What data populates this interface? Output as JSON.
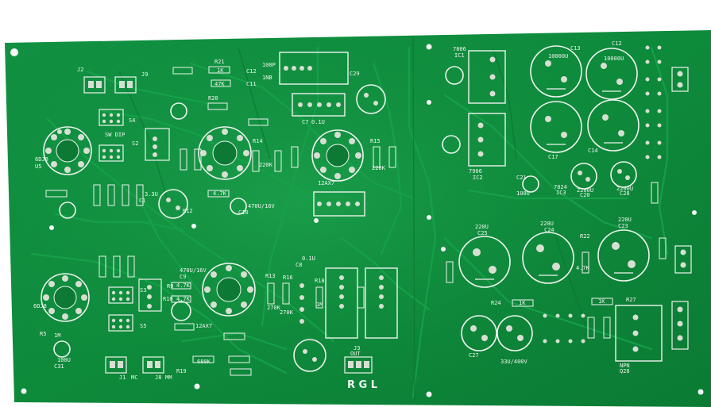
{
  "board": {
    "colors": {
      "solder_mask": "#0f8a3c",
      "solder_mask_dark": "#0a6b2e",
      "trace": "#13a047",
      "copper_pad": "#d7dfd2",
      "silkscreen": "#eef3ee",
      "background": "#ffffff"
    },
    "labels": {
      "rgl": "R G L",
      "out": "OUT",
      "ic1": "IC1",
      "ic1_part": "7806",
      "ic2": "IC2",
      "ic2_part": "7906",
      "ic3": "IC3",
      "ic3_part": "7824",
      "c13": "C13",
      "c13_val": "10000U",
      "c12": "C12",
      "c12_val": "10000U",
      "c14": "C14",
      "c17": "C17",
      "c23": "C23",
      "c23_val": "220U",
      "c24": "C24",
      "c24_val": "220U",
      "c25": "C25",
      "c25_val": "220U",
      "c27": "C27",
      "c27_val": "33U/400V",
      "c28": "C28",
      "c28_val": "2200U",
      "c20": "C20",
      "c20_val": "2200U",
      "c21": "C21",
      "c21_val": "100U",
      "r24": "R24",
      "r24_val": "1K",
      "r27": "R27",
      "r27_val": "1K",
      "r22": "R22",
      "r22_val": "4.7K",
      "q28": "Q28",
      "q28_val": "NPN",
      "u5": "U5",
      "u5_part": "6DJ8",
      "u6_part": "6DJ8",
      "s2": "S2",
      "s3": "S3",
      "s4": "S4",
      "s5": "S5",
      "sw_dip": "SW DIP",
      "tube1": "12AX7",
      "tube2": "12AX7",
      "c9": "C9",
      "c9_val": "470U/16V",
      "c10": "C10",
      "c10_val": "470U/16V",
      "c29": "C29",
      "c7": "C7",
      "c7_val": "0.1U",
      "c8": "C8",
      "c8_val": "0.1U",
      "r9": "R9",
      "r9_val": "4.7K",
      "r10": "R10",
      "r10_val": "4.7K",
      "r12": "R12",
      "r12_val": "4.7K",
      "r13": "R13",
      "r13_val": "270K",
      "r14": "R14",
      "r14_val": "220K",
      "r15": "R15",
      "r15_val": "220K",
      "r16": "R16",
      "r16_val": "270K",
      "r18": "R18",
      "r18_val": "1M",
      "r20": "R20",
      "r20_val": "47K",
      "r21": "R21",
      "r21_val": "1K",
      "c11": "C11",
      "c11_val": "1NB",
      "c12b": "C12",
      "c12b_val": "100P",
      "j1": "J1",
      "j2": "J2",
      "j3": "J3",
      "j8": "J8",
      "j9": "J9",
      "mm": "MM",
      "mc": "MC",
      "r5": "R5",
      "r5_val": "1M",
      "c31": "C31",
      "c31_val": "100U",
      "c1": "C1",
      "c1_val": "3.3U",
      "r19": "R19",
      "r19_val": "680K"
    }
  }
}
